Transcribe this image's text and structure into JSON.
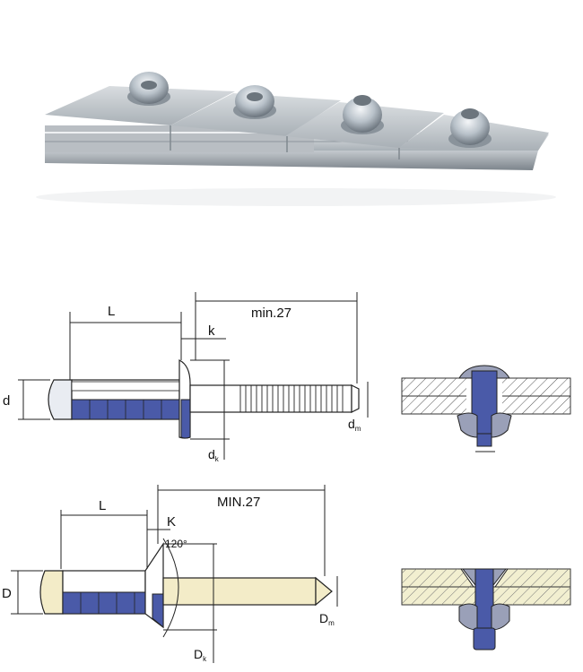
{
  "photo": {
    "subject": "rivet-joined-stacked-plates"
  },
  "top_diagram": {
    "label_L": "L",
    "label_min": "min.27",
    "label_k": "k",
    "label_d": "d",
    "label_dm_main": "d",
    "label_dm_sub": "m",
    "label_dk_main": "d",
    "label_dk_sub": "k"
  },
  "bottom_diagram": {
    "label_L": "L",
    "label_min": "MIN.27",
    "label_K": "K",
    "label_angle": "120°",
    "label_D": "D",
    "label_Dm_main": "D",
    "label_Dm_sub": "m",
    "label_Dk_main": "D",
    "label_Dk_sub": "k"
  },
  "colors": {
    "rivet_body": "#4a5aa8",
    "mandrel_bottom": "#f3ecc8",
    "plate_fill": "#f2efd0"
  }
}
